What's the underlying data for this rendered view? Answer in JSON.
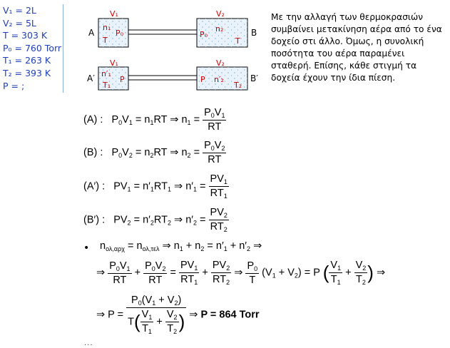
{
  "given": [
    "V₁ = 2L",
    "V₂ = 5L",
    "T = 303 K",
    "P₀ = 760 Torr",
    "T₁ = 263 K",
    "T₂ = 393 K",
    "P = ;"
  ],
  "diagram": {
    "top": {
      "left_label": "A",
      "right_label": "B",
      "v1": "V₁",
      "v2": "V₂",
      "left_n": "n₁",
      "left_p": "P₀",
      "left_t": "T",
      "right_n": "n₂",
      "right_p": "P₀",
      "right_t": "T"
    },
    "bottom": {
      "left_label": "A′",
      "right_label": "B′",
      "v1": "V₁",
      "v2": "V₂",
      "left_n": "n′₁",
      "left_p": "P",
      "left_t": "T₁",
      "right_n": "n′₂",
      "right_p": "P",
      "right_t": "T₂"
    }
  },
  "side_text": "Με την αλλαγή των θερμοκρασιών συμβαίνει μετακίνηση αέρα από το ένα δοχείο στι άλλο. Όμως, η συνολική ποσότητα του αέρα παραμένει σταθερή. Επίσης, κάθε στιγμή τα δοχεία έχουν την ίδια πίεση.",
  "eq_labels": {
    "a": "(A) :",
    "b": "(B) :",
    "a2": "(A′) :",
    "b2": "(B′) :"
  },
  "bullet_line": {
    "left": "n",
    "left_sub": "ολ,αρχ",
    "right": "n",
    "right_sub": "ολ,τελ"
  },
  "result": "P = 864 Torr",
  "ellipsis": "...",
  "colors": {
    "given": "#1f3fb8",
    "container_label": "#cc0000",
    "bracket": "#8ab0d8"
  }
}
